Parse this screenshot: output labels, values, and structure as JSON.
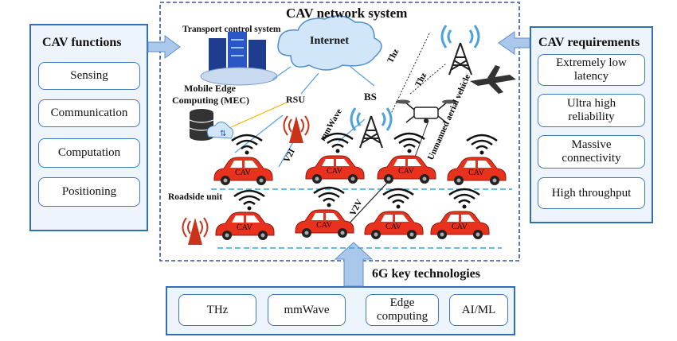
{
  "network": {
    "title": "CAV network system"
  },
  "functions": {
    "title": "CAV functions",
    "items": [
      "Sensing",
      "Communication",
      "Computation",
      "Positioning"
    ]
  },
  "requirements": {
    "title": "CAV requirements",
    "items": [
      "Extremely low latency",
      "Ultra high reliability",
      "Massive connectivity",
      "High throughput"
    ]
  },
  "technologies": {
    "title": "6G key technologies",
    "items": [
      "THz",
      "mmWave",
      "Edge computing",
      "AI/ML"
    ]
  },
  "labels": {
    "transport": "Transport control system",
    "internet": "Internet",
    "mec_line1": "Mobile Edge",
    "mec_line2": "Computing (MEC)",
    "rsu": "RSU",
    "bs": "BS",
    "mmwave": "mmWave",
    "thz1": "Thz",
    "thz2": "Thz",
    "uav": "Unmanned aerial vehicle",
    "v2i": "V2I",
    "v2v": "V2V",
    "roadside": "Roadside unit",
    "cav": "CAV"
  },
  "colors": {
    "panel_border": "#2f6fb5",
    "panel_fill": "#eef4fb",
    "car": "#e8321e",
    "arrow": "#a9c8ec",
    "signal": "#4aa3df",
    "tower": "#c9331a",
    "road": "#37a6d8"
  }
}
